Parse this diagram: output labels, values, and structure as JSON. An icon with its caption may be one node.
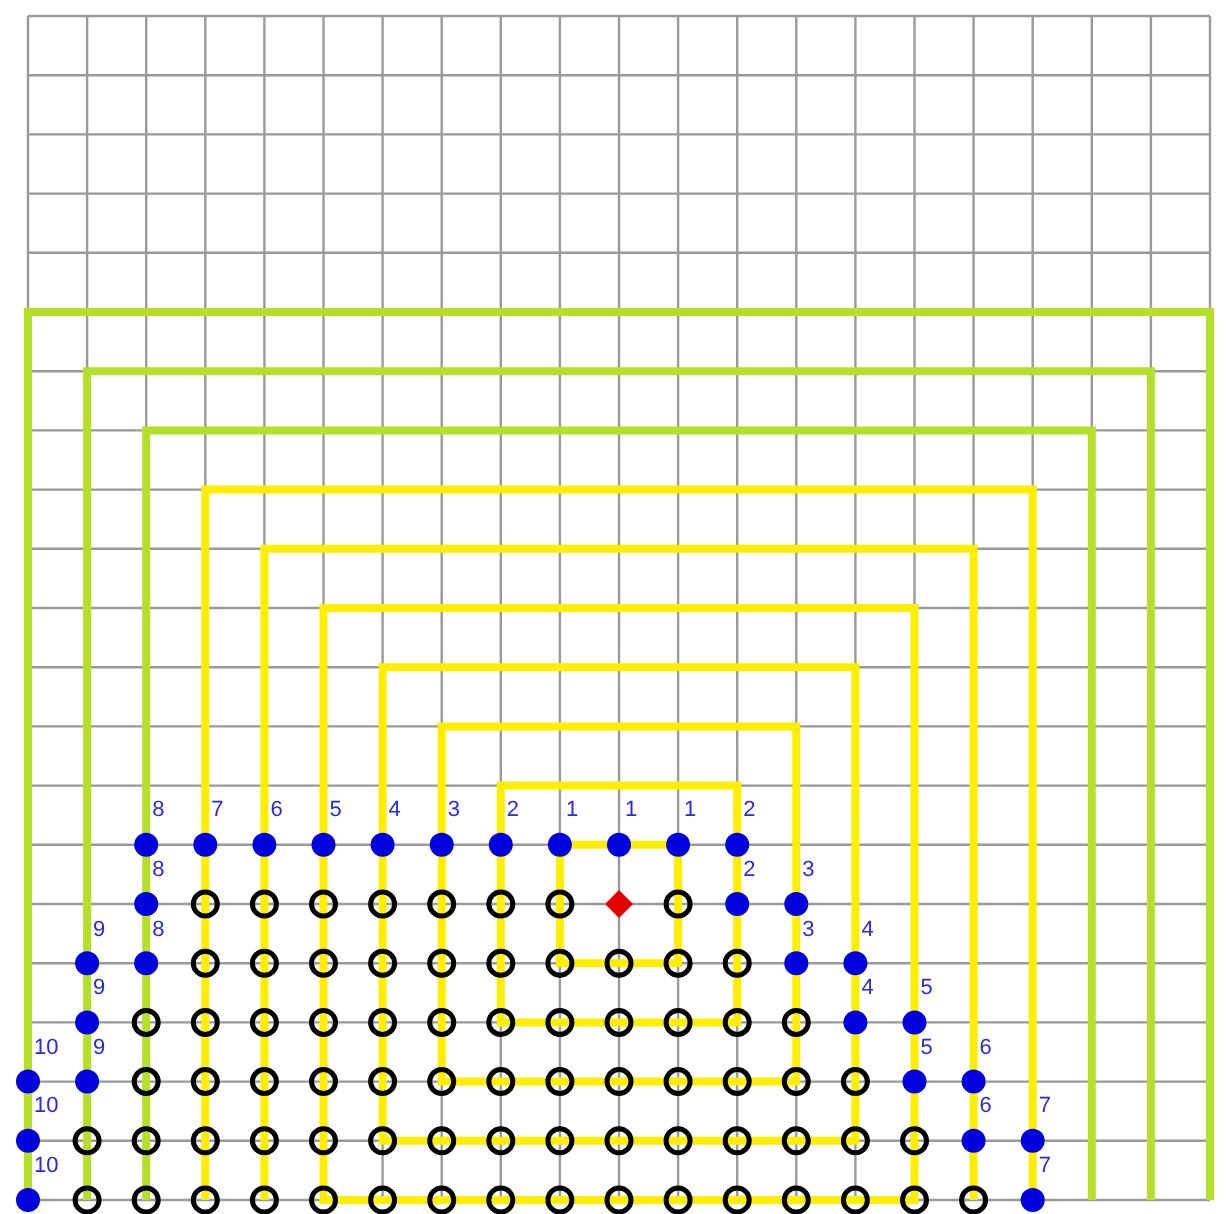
{
  "diagram": {
    "labels": [
      "8",
      "7",
      "6",
      "5",
      "4",
      "3",
      "2",
      "1",
      "1",
      "1",
      "2",
      "8",
      "2",
      "3",
      "9",
      "8",
      "3",
      "4",
      "9",
      "4",
      "5",
      "10",
      "9",
      "5",
      "6",
      "10",
      "6",
      "7",
      "10",
      "7"
    ]
  }
}
